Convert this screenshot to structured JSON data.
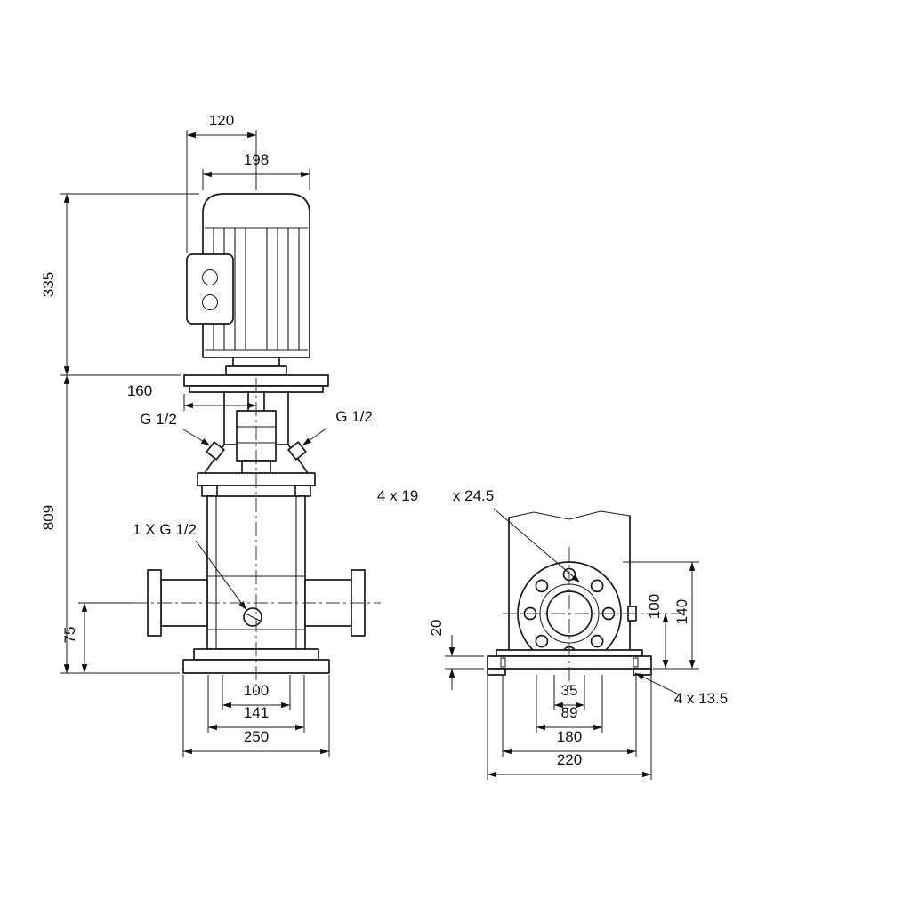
{
  "page": {
    "background": "#ffffff",
    "line_color": "#1a1a1a"
  },
  "front_view": {
    "dimensions": {
      "terminal_box_to_center": "120",
      "motor_diameter": "198",
      "motor_height": "335",
      "stool_to_center": "160",
      "total_height": "809",
      "port_to_base": "75",
      "base_holes_inner": "100",
      "base_holes_outer": "141",
      "base_width": "250"
    },
    "labels": {
      "gauge_port_left": "G 1/2",
      "gauge_port_right": "G 1/2",
      "drain_port": "1 X G 1/2"
    }
  },
  "side_view": {
    "dimensions": {
      "base_thickness": "20",
      "port_center_to_base": "100",
      "flange_top_to_base": "140",
      "base_slot_inner": "35",
      "base_slot_outer": "89",
      "base_hole_spacing": "180",
      "base_depth": "220"
    },
    "labels": {
      "flange_holes": "4 x 19",
      "flange_counterbore": "x 24.5",
      "base_holes": "4  x  13.5"
    }
  }
}
